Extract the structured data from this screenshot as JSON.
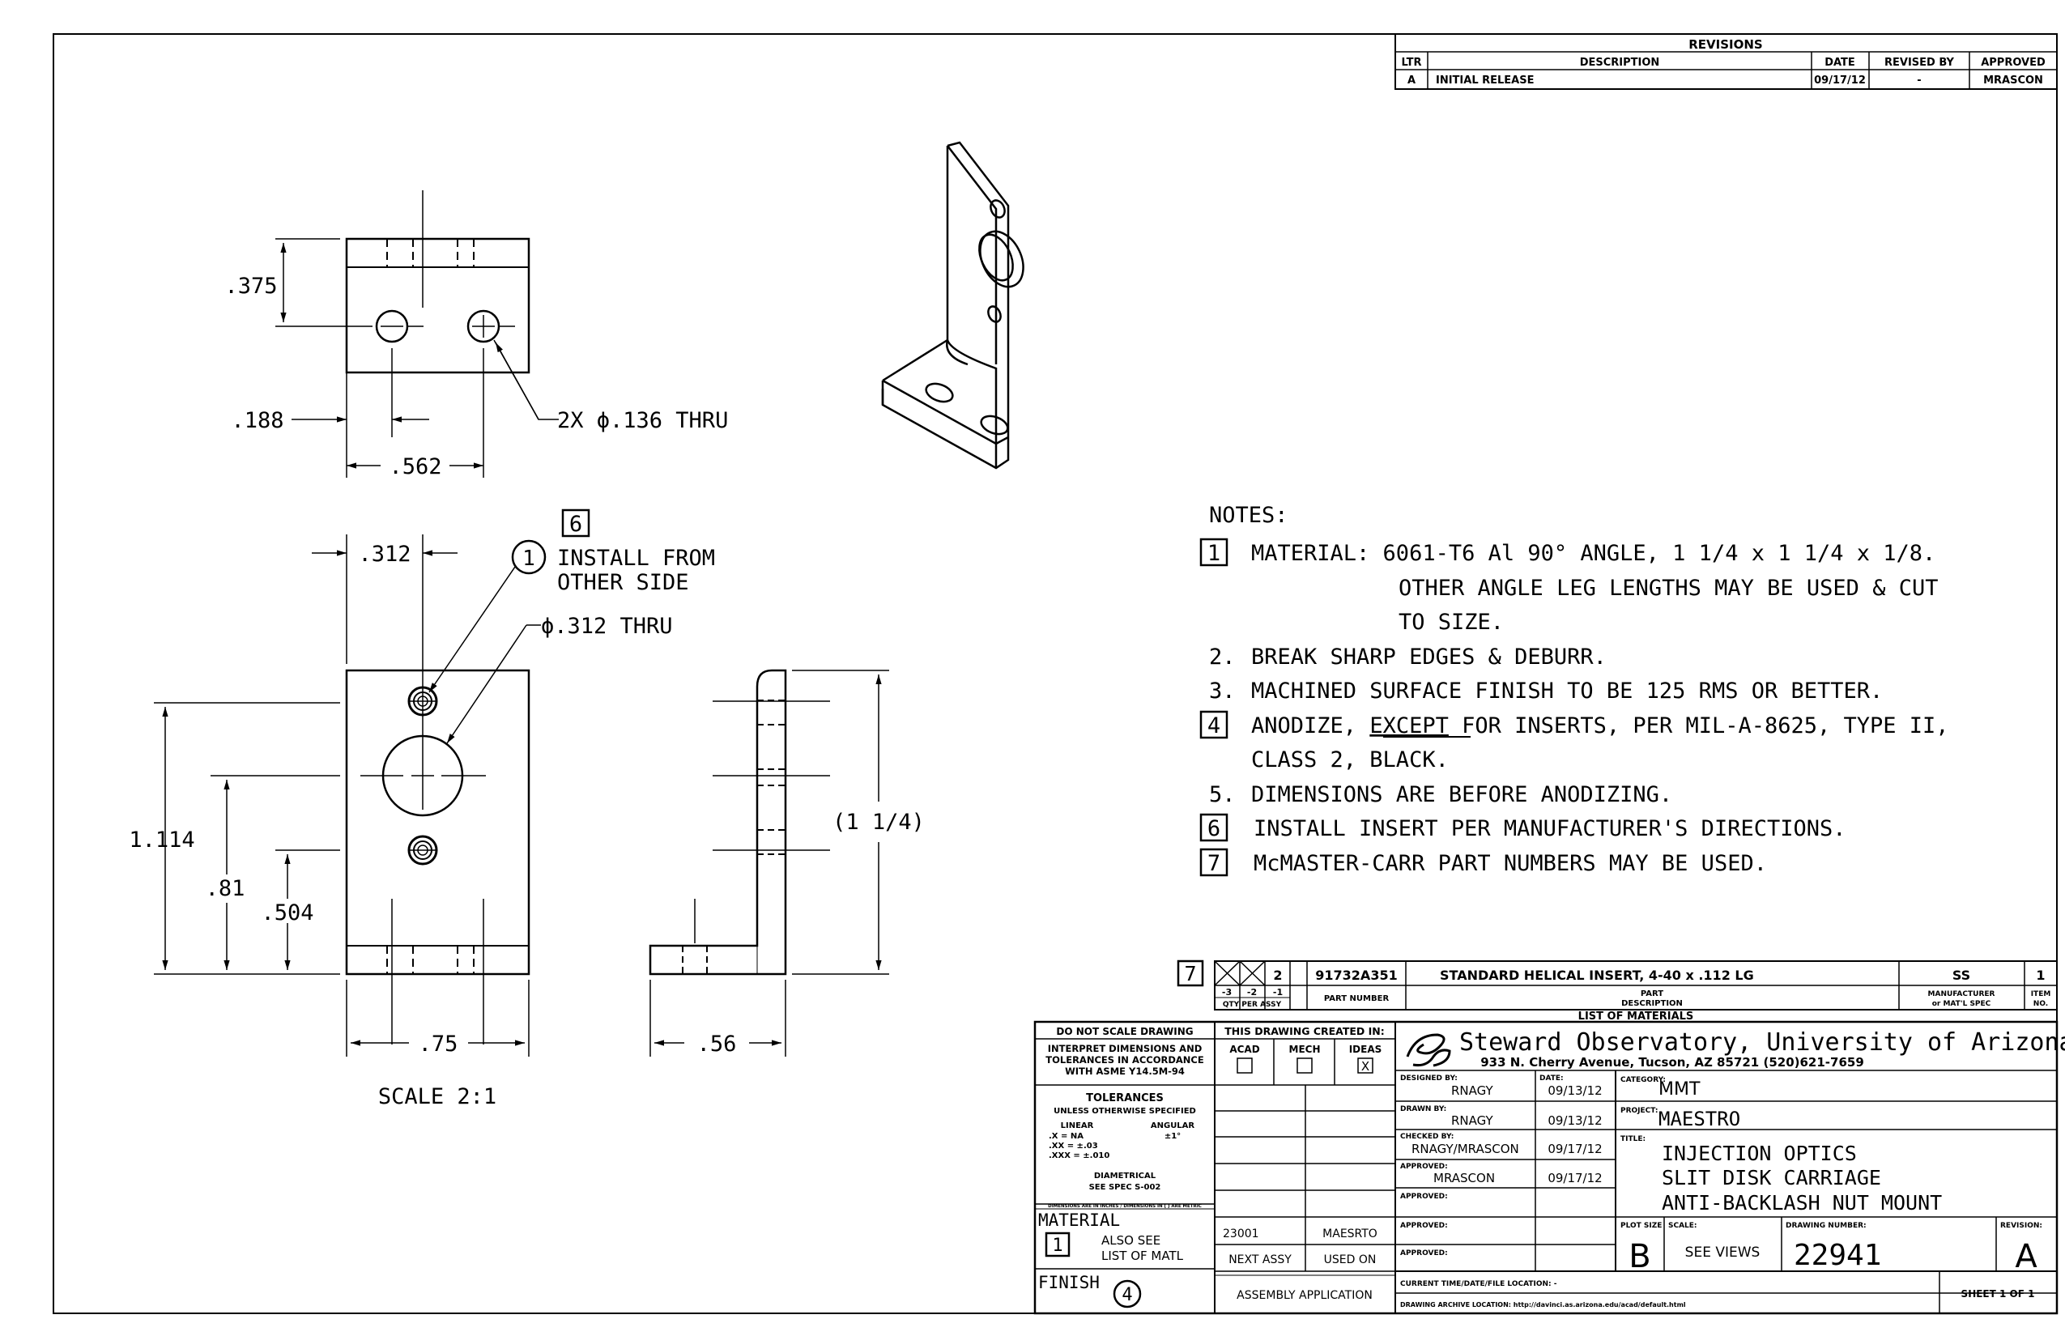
{
  "revisions": {
    "title": "REVISIONS",
    "headers": {
      "ltr": "LTR",
      "description": "DESCRIPTION",
      "date": "DATE",
      "revised_by": "REVISED BY",
      "approved": "APPROVED"
    },
    "row": {
      "ltr": "A",
      "description": "INITIAL RELEASE",
      "date": "09/17/12",
      "revised_by": "-",
      "approved": "MRASCON"
    }
  },
  "dimensions": {
    "top_view": {
      "d375": ".375",
      "d188": ".188",
      "d562": ".562",
      "hole_callout": "2X ϕ.136 THRU"
    },
    "front_view": {
      "d312": ".312",
      "insert_note_tag": "6",
      "insert_balloon": "1",
      "install_line1": "INSTALL FROM",
      "install_line2": "OTHER SIDE",
      "hole_callout": "ϕ.312 THRU",
      "d1114": "1.114",
      "d81": ".81",
      "d504": ".504",
      "d75": ".75",
      "scale": "SCALE 2:1"
    },
    "side_view": {
      "d56": ".56",
      "d114": "(1 1/4)"
    }
  },
  "notes": {
    "title": "NOTES:",
    "items": [
      {
        "tag": "1",
        "boxed": true,
        "lines": [
          "MATERIAL: 6061-T6 Al 90° ANGLE, 1 1/4 x 1 1/4 x 1/8.",
          "OTHER ANGLE LEG LENGTHS MAY BE USED & CUT",
          "TO SIZE."
        ]
      },
      {
        "tag": "2.",
        "boxed": false,
        "lines": [
          "BREAK SHARP EDGES & DEBURR."
        ]
      },
      {
        "tag": "3.",
        "boxed": false,
        "lines": [
          "MACHINED SURFACE FINISH TO BE 125 RMS OR BETTER."
        ]
      },
      {
        "tag": "4",
        "boxed": true,
        "lines_pre": "ANODIZE, ",
        "except": "EXCEPT",
        "lines_post": " FOR INSERTS, PER MIL-A-8625, TYPE II,",
        "line2": "CLASS 2, BLACK."
      },
      {
        "tag": "5.",
        "boxed": false,
        "lines": [
          "DIMENSIONS ARE BEFORE ANODIZING."
        ]
      },
      {
        "tag": "6",
        "boxed": true,
        "lines": [
          "INSTALL INSERT PER MANUFACTURER'S DIRECTIONS."
        ]
      },
      {
        "tag": "7",
        "boxed": true,
        "lines": [
          "McMASTER-CARR PART NUMBERS MAY BE USED."
        ]
      }
    ]
  },
  "bom": {
    "tag": "7",
    "qty": "2",
    "part_number": "91732A351",
    "description": "STANDARD HELICAL INSERT, 4-40 x .112 LG",
    "material": "SS",
    "item": "1",
    "col_m3": "-3",
    "col_m2": "-2",
    "col_m1": "-1",
    "qty_header": "QTY PER ASSY",
    "part_number_header": "PART NUMBER",
    "description_header1": "PART",
    "description_header2": "DESCRIPTION",
    "material_header1": "MANUFACTURER",
    "material_header2": "or MAT'L SPEC",
    "item_header1": "ITEM",
    "item_header2": "NO.",
    "list_title": "LIST OF MATERIALS"
  },
  "title_block": {
    "do_not_scale": "DO NOT SCALE DRAWING",
    "interpret1": "INTERPRET DIMENSIONS AND",
    "interpret2": "TOLERANCES IN ACCORDANCE",
    "interpret3": "WITH ASME Y14.5M-94",
    "tolerances": "TOLERANCES",
    "unless": "UNLESS OTHERWISE SPECIFIED",
    "linear": "LINEAR",
    "angular": "ANGULAR",
    "tol_x": ".X   = NA",
    "tol_xx": ".XX  = ±.03",
    "tol_xxx": ".XXX = ±.010",
    "tol_ang": "±1°",
    "diametrical": "DIAMETRICAL",
    "see_spec": "SEE SPEC S-002",
    "units_note": "DIMENSIONS ARE IN INCHES / DIMENSIONS IN [ ] ARE METRIC",
    "material_label": "MATERIAL",
    "material_tag": "1",
    "also_see1": "ALSO SEE",
    "also_see2": "LIST OF MATL",
    "finish_label": "FINISH",
    "finish_tag": "4",
    "created_in": "THIS DRAWING CREATED IN:",
    "acad": "ACAD",
    "mech": "MECH",
    "ideas": "IDEAS",
    "ideas_mark": "X",
    "next_assy_value": "23001",
    "used_on_value": "MAESRTO",
    "next_assy": "NEXT ASSY",
    "used_on": "USED ON",
    "assembly_application": "ASSEMBLY APPLICATION",
    "org_name": "Steward Observatory, University of Arizona",
    "org_address": "933 N. Cherry Avenue, Tucson, AZ  85721   (520)621-7659",
    "designed_by_label": "DESIGNED BY:",
    "designed_by": "RNAGY",
    "date_label": "DATE:",
    "designed_date": "09/13/12",
    "drawn_by_label": "DRAWN BY:",
    "drawn_by": "RNAGY",
    "drawn_date": "09/13/12",
    "checked_by_label": "CHECKED BY:",
    "checked_by": "RNAGY/MRASCON",
    "checked_date": "09/17/12",
    "approved_label": "APPROVED:",
    "approved_by": "MRASCON",
    "approved_date": "09/17/12",
    "approved2_label": "APPROVED:",
    "approved3_label": "APPROVED:",
    "approved4_label": "APPROVED:",
    "category_label": "CATEGORY:",
    "category": "MMT",
    "project_label": "PROJECT:",
    "project": "MAESTRO",
    "title_label": "TITLE:",
    "title1": "INJECTION OPTICS",
    "title2": "SLIT DISK CARRIAGE",
    "title3": "ANTI-BACKLASH NUT MOUNT",
    "plot_size_label": "PLOT SIZE",
    "plot_size": "B",
    "scale_label": "SCALE:",
    "scale": "SEE VIEWS",
    "drawing_number_label": "DRAWING NUMBER:",
    "drawing_number": "22941",
    "revision_label": "REVISION:",
    "revision": "A",
    "current_time": "CURRENT TIME/DATE/FILE LOCATION: -",
    "archive": "DRAWING ARCHIVE LOCATION: http://davinci.as.arizona.edu/acad/default.html",
    "sheet": "SHEET 1 OF 1"
  }
}
